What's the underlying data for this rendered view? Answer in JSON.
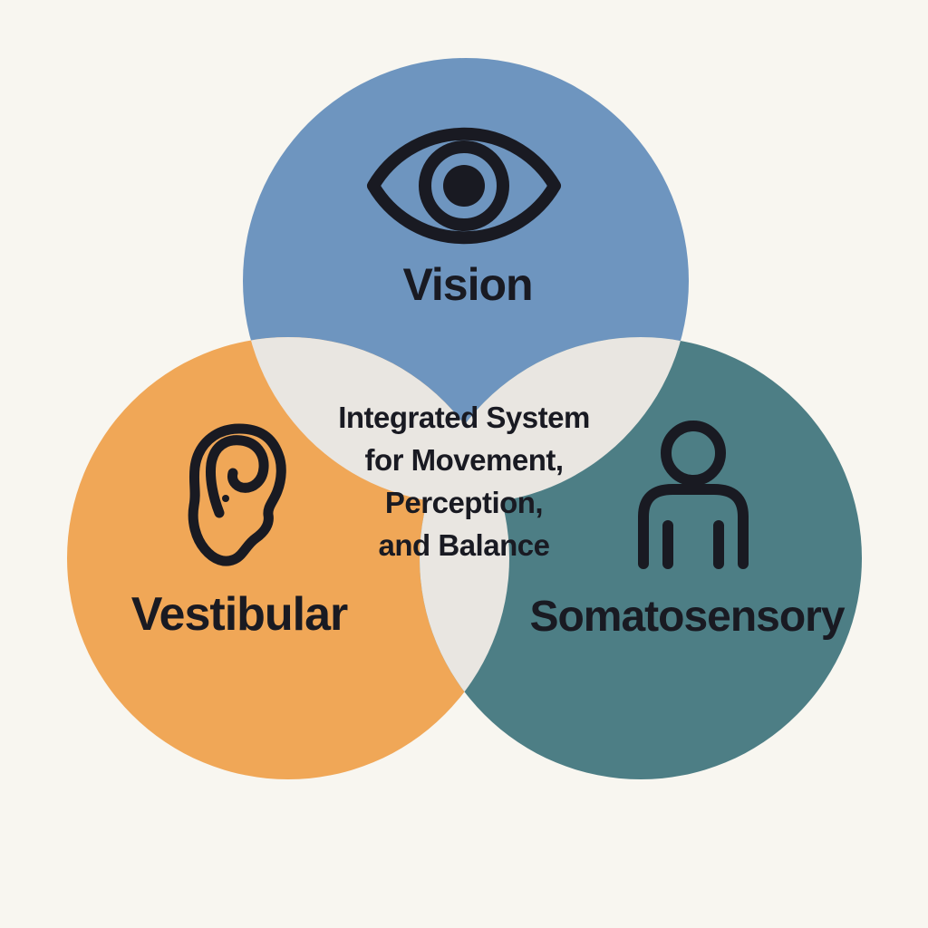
{
  "colors": {
    "background": "#f8f6f0",
    "vision_blue": "#6e95bf",
    "vestibular_orange": "#f0a757",
    "somatosensory_teal": "#4d7e85",
    "overlap_gray": "#e9e6e1",
    "ink": "#191a22"
  },
  "circles": {
    "vision": {
      "label": "Vision",
      "icon": "eye-icon"
    },
    "vestibular": {
      "label": "Vestibular",
      "icon": "ear-icon"
    },
    "somatosensory": {
      "label": "Somatosensory",
      "icon": "person-icon"
    }
  },
  "center": {
    "lines": [
      "Integrated System",
      "for Movement,",
      "Perception,",
      "and Balance"
    ]
  }
}
